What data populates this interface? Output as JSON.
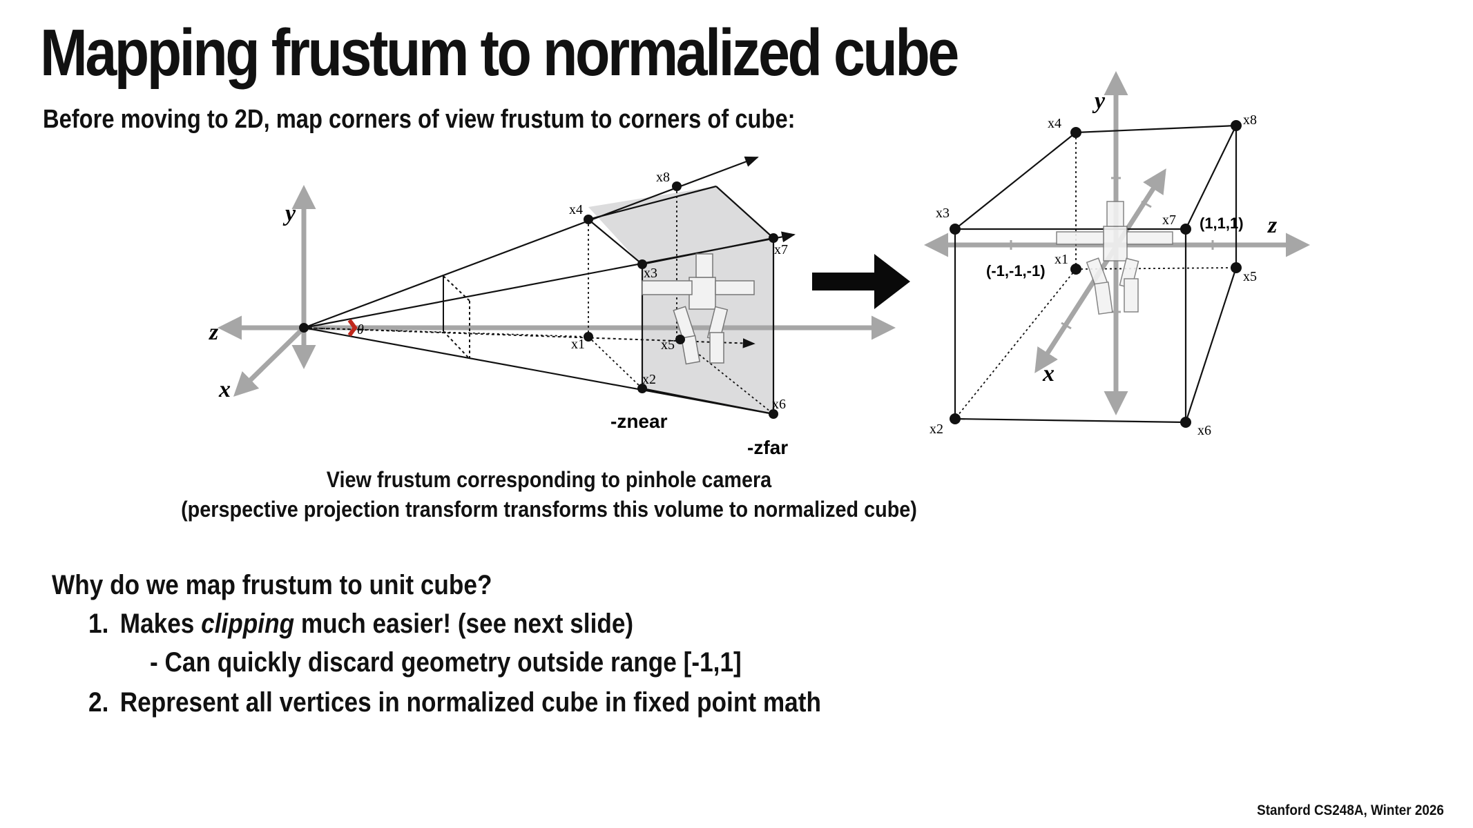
{
  "title": "Mapping frustum to normalized cube",
  "subtitle": "Before moving to 2D, map corners of view frustum to corners of cube:",
  "left_diagram": {
    "axis_labels": {
      "y": "y",
      "z": "z",
      "x": "x"
    },
    "angle": "θ",
    "corners": {
      "x1": "x1",
      "x2": "x2",
      "x3": "x3",
      "x4": "x4",
      "x5": "x5",
      "x6": "x6",
      "x7": "x7",
      "x8": "x8"
    },
    "znear": "-znear",
    "zfar": "-zfar",
    "caption_line1": "View frustum corresponding to pinhole camera",
    "caption_line2": "(perspective projection transform transforms this volume to normalized cube)"
  },
  "right_diagram": {
    "axis_labels": {
      "y": "y",
      "z": "z",
      "x": "x"
    },
    "corners": {
      "x1": "x1",
      "x2": "x2",
      "x3": "x3",
      "x4": "x4",
      "x5": "x5",
      "x6": "x6",
      "x7": "x7",
      "x8": "x8"
    },
    "max_corner": "(1,1,1)",
    "min_corner": "(-1,-1,-1)"
  },
  "why": {
    "question": "Why do we map frustum to unit cube?",
    "item1_num": "1.",
    "item1_pre": "Makes ",
    "item1_em": "clipping",
    "item1_post": " much easier! (see next slide)",
    "item1_sub": "- Can quickly discard geometry outside range [-1,1]",
    "item2_num": "2.",
    "item2": "Represent all vertices in normalized cube in fixed point math"
  },
  "footer": "Stanford CS248A, Winter 2026",
  "colors": {
    "axis": "#a6a6a6",
    "frustum_fill": "#dcdcdd",
    "angle_mark": "#c0281c",
    "ink": "#111111"
  }
}
